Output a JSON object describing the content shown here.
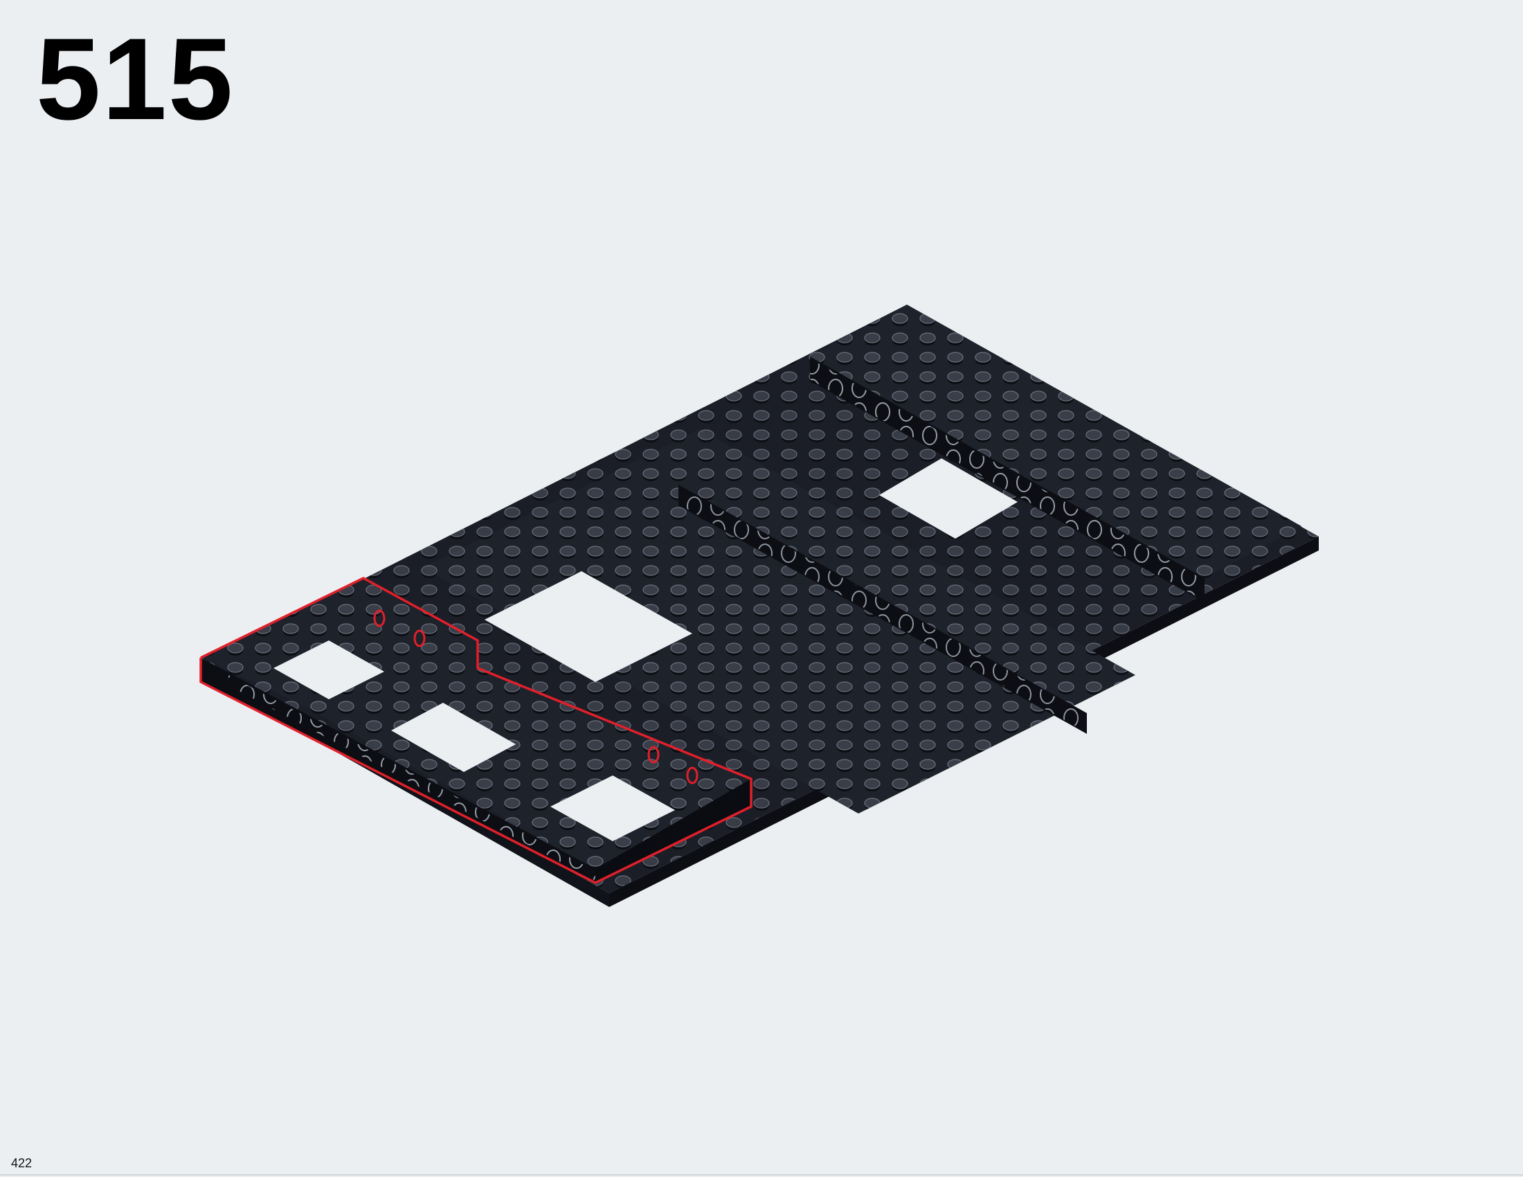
{
  "step": {
    "number": "515"
  },
  "page": {
    "number": "422"
  },
  "colors": {
    "background": "#eceff2",
    "brick": "#1b1e27",
    "brick_side": "#0c0e14",
    "stud_top": "#3a3e49",
    "hole": "#b9c0c8",
    "highlight": "#e0202a"
  },
  "illustration": {
    "subject": "black-technic-baseplate-assembly",
    "highlighted_parts": "red-outlined-beam-frame-added-this-step"
  }
}
